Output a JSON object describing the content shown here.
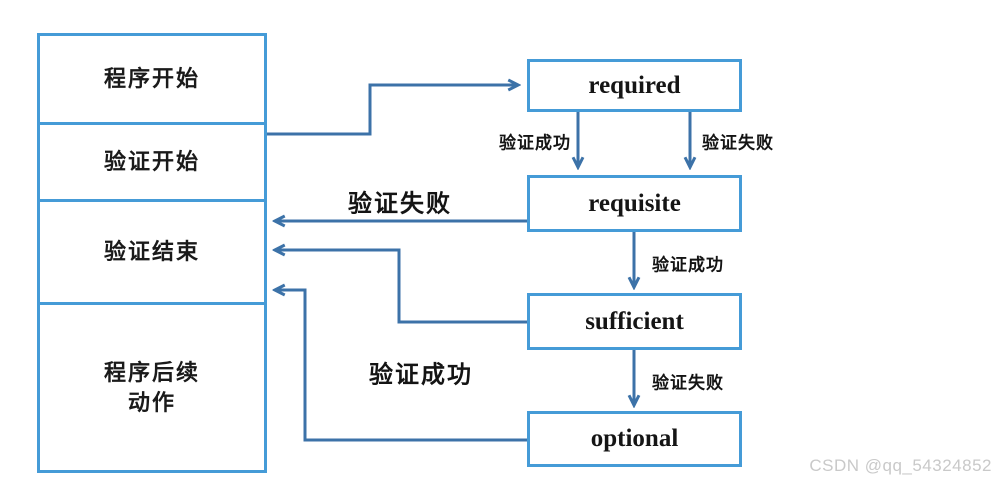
{
  "diagram": {
    "left_box": {
      "sections": [
        {
          "label": "程序开始"
        },
        {
          "label": "验证开始"
        },
        {
          "label": "验证结束"
        },
        {
          "label": "程序后续\n动作"
        }
      ]
    },
    "flag_boxes": [
      {
        "label": "required"
      },
      {
        "label": "requisite"
      },
      {
        "label": "sufficient"
      },
      {
        "label": "optional"
      }
    ],
    "edge_labels": {
      "required_to_requisite_success": "验证成功",
      "required_to_requisite_fail": "验证失败",
      "requisite_to_end_fail": "验证失败",
      "requisite_to_sufficient_success": "验证成功",
      "sufficient_to_end_success": "验证成功",
      "sufficient_to_optional_fail": "验证失败"
    },
    "colors": {
      "box_border": "#459bd7",
      "connector": "#3c72a8",
      "text": "#1a1a1a",
      "watermark": "#c9c9c9"
    }
  },
  "watermark": "CSDN @qq_54324852"
}
